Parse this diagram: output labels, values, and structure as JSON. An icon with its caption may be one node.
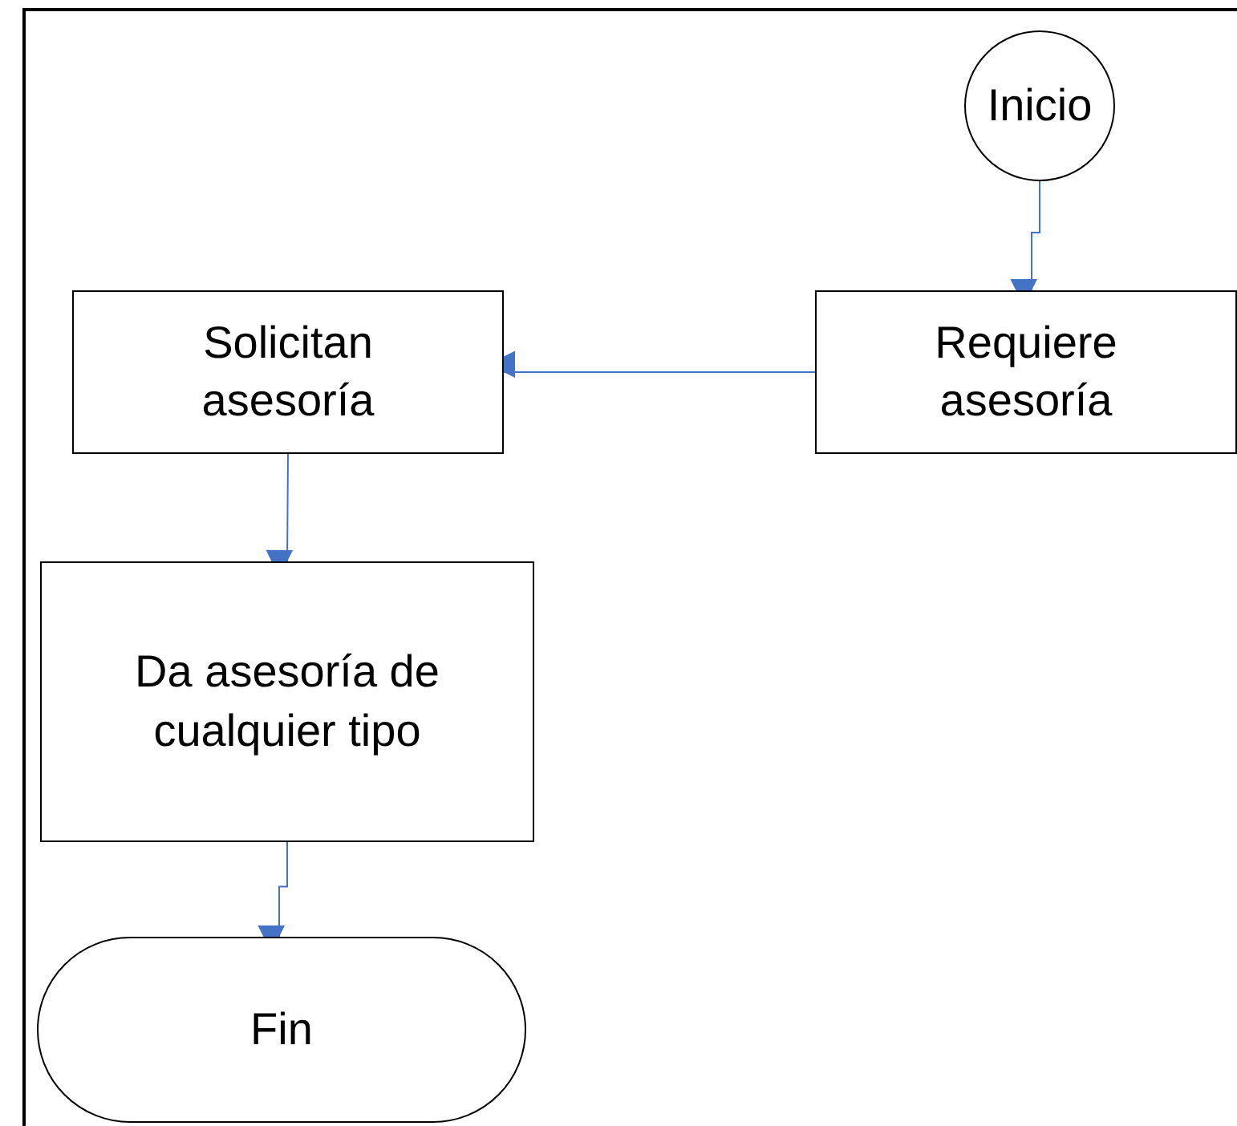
{
  "diagram": {
    "nodes": [
      {
        "text": [
          "Inicio"
        ]
      },
      {
        "text": [
          "Requiere asesoría"
        ]
      },
      {
        "text": [
          "Solicitan asesoría"
        ]
      },
      {
        "text": [
          "Da asesoría de cualquier tipo"
        ]
      },
      {
        "text": [
          "Fin"
        ]
      }
    ],
    "edges": [
      {
        "from": 0,
        "to": 1,
        "arrow": "to"
      },
      {
        "from": 1,
        "to": 2,
        "arrow": "to"
      },
      {
        "from": 2,
        "to": 3,
        "arrow": "to"
      },
      {
        "from": 3,
        "to": 4,
        "arrow": "to"
      }
    ]
  }
}
